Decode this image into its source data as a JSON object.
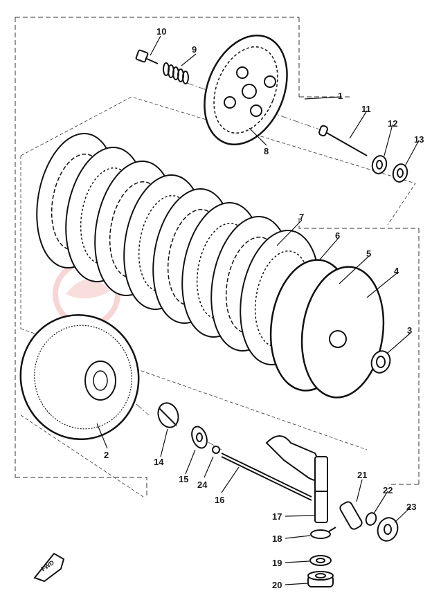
{
  "diagram": {
    "callouts": [
      "1",
      "2",
      "3",
      "4",
      "5",
      "6",
      "7",
      "8",
      "9",
      "10",
      "11",
      "12",
      "13",
      "14",
      "15",
      "16",
      "17",
      "18",
      "19",
      "20",
      "21",
      "22",
      "23",
      "24"
    ],
    "fwd_label": "FWD",
    "watermark": {
      "text": "",
      "subtext": ""
    }
  }
}
